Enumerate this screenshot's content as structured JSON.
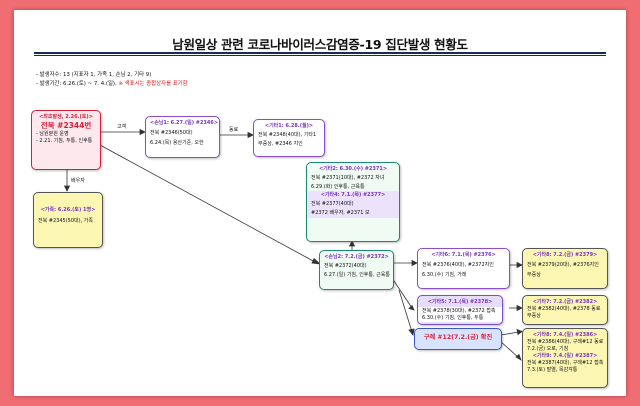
{
  "title": "남원일상 관련 코로나바이러스감염증-19 집단발생 현황도",
  "info": {
    "line1": "- 발생자수: 13 (지표자 1, 가족 1, 손님 2, 기타 9)",
    "line2_a": "- 발생기간: 6.26.(토) ~ 7. 4.(일),",
    "line2_b": "※ 색표시는 종합상자를 표기함"
  },
  "edge_labels": {
    "customer": "고객",
    "coworker": "동료",
    "spouse": "배우자"
  },
  "nodes": {
    "index": {
      "header": "<최초발생, 2.26.(토)>",
      "case": "전북 #2344번",
      "lines": [
        "- 남원분원 운영",
        "- 2.21. 기침, 두통, 인후통"
      ]
    },
    "family": {
      "header": "<가족: 6.26.(토) 1명>",
      "lines": [
        "전북 #2345(50대), 가족"
      ]
    },
    "guest1": {
      "header": "<손님1: 6.27.(일) #2346>",
      "lines": [
        "전북 #2346(50대)",
        "6.24.(목) 용산기준, 오한"
      ]
    },
    "other1": {
      "header": "<기타1: 6.28.(월)>",
      "lines": [
        "전북 #2348(40대), 기타1",
        "무증상, #2346 지인"
      ]
    },
    "other23": {
      "header1": "<기타2: 6.30.(수) #2371>",
      "lines1": [
        "전북 #2371(10대), #2372 자녀",
        "6.29.(화) 인후통, 근육통"
      ],
      "header2": "<기타4: 7.1.(목) #2377>",
      "lines2": [
        "전북 #2377(40대)",
        "#2372 배우자, #2371 모"
      ]
    },
    "guest2": {
      "header": "<손님2: 7.2.(금) #2372>",
      "lines": [
        "전북 #2372(40대)",
        "6.27.(일) 기침, 인후통, 근육통"
      ]
    },
    "other6": {
      "header": "<기타6: 7.1.(목) #2376>",
      "lines": [
        "전북 #2376(40대), #2372지인",
        "6.30.(수) 기침, 가래"
      ]
    },
    "other8": {
      "header": "<기타8: 7.2.(금) #2379>",
      "lines": [
        "전북 #2379(20대), #2376지인",
        "무증상"
      ]
    },
    "other5": {
      "header": "<기타5: 7.1.(목) #2378>",
      "lines": [
        "전북 #2378(30대), #2372 접촉",
        "6.30.(수) 기침, 인후통, 두통"
      ]
    },
    "other7": {
      "header": "<기타7: 7.2.(금) #2382>",
      "lines": [
        "전북 #2382(40대), #2378 동료",
        "무증상"
      ]
    },
    "gurye": {
      "header": "구례 #12(7.2.(금) 확진"
    },
    "other9": {
      "header1": "<기타8: 7.4.(일) #2386>",
      "lines1": [
        "전북 #2386(40대), 구례#12 동료",
        "7.2.(금) 오로, 기침"
      ],
      "header2": "<기타9: 7.4.(일) #2387>",
      "lines2": [
        "전북 #2387(40대), 구례#12 접촉",
        "7.3.(토) 발열, 목감각통"
      ]
    }
  }
}
